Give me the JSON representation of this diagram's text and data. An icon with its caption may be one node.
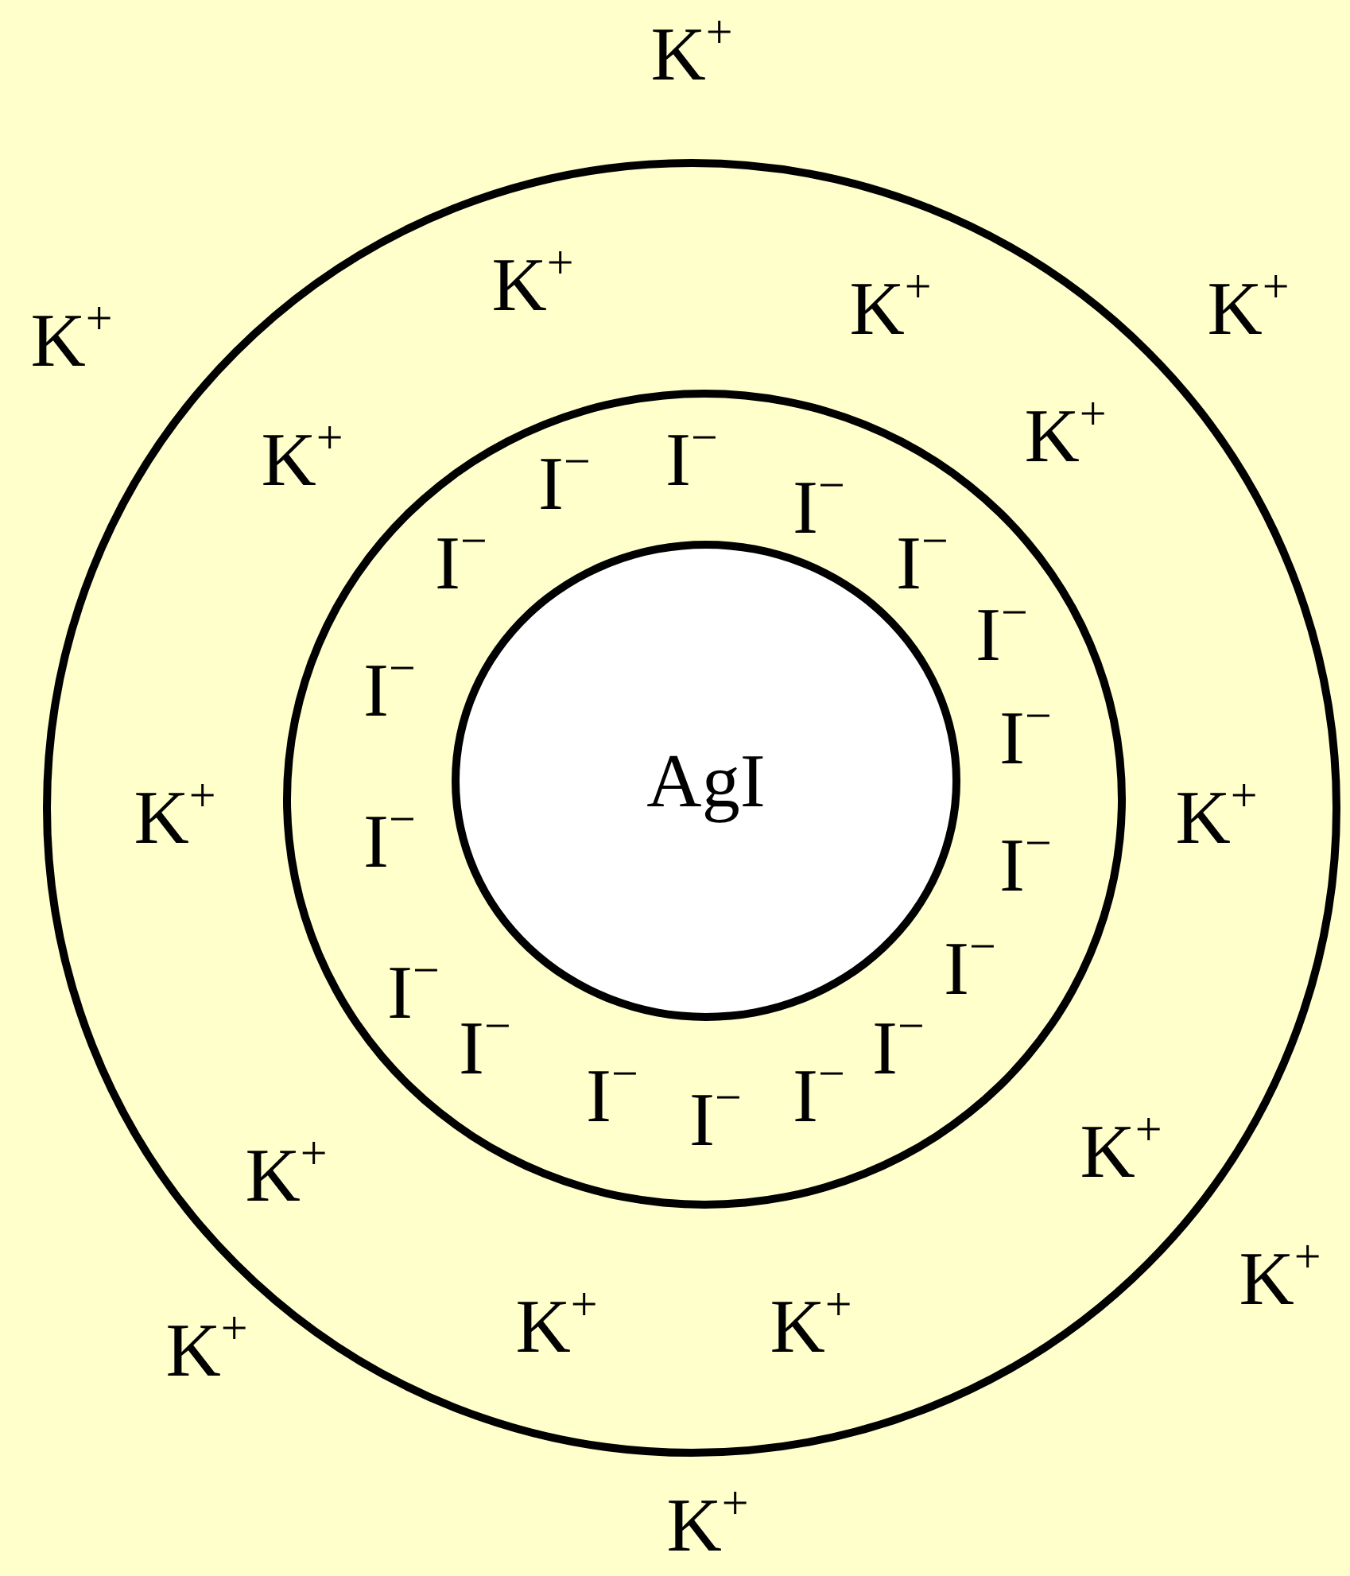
{
  "diagram": {
    "nodes": [
      {
        "text": [],
        "shape": "circle"
      },
      {
        "text": [],
        "shape": "circle",
        "in": 0
      },
      {
        "text": [
          "AgI"
        ],
        "in": 1
      }
    ],
    "labels": [
      "K$^{+}$",
      "K$^{+}$",
      "K$^{+}$",
      "K$^{+}$",
      "K$^{+}$",
      "K$^{+}$",
      "K$^{+}$",
      "I$^{−}$",
      "I$^{−}$",
      "I$^{−}$",
      "I$^{−}$",
      "I$^{−}$",
      "I$^{−}$",
      "I$^{−}$",
      "I$^{−}$",
      "K$^{+}$",
      "K$^{+}$",
      "I$^{−}$",
      "I$^{−}$",
      "I$^{−}$",
      "I$^{−}$",
      "I$^{−}$",
      "I$^{−}$",
      "I$^{−}$",
      "I$^{−}$",
      "I$^{−}$",
      "K$^{+}$",
      "K$^{+}$",
      "K$^{+}$",
      "K$^{+}$",
      "K$^{+}$",
      "K$^{+}$",
      "K$^{+}$"
    ]
  }
}
